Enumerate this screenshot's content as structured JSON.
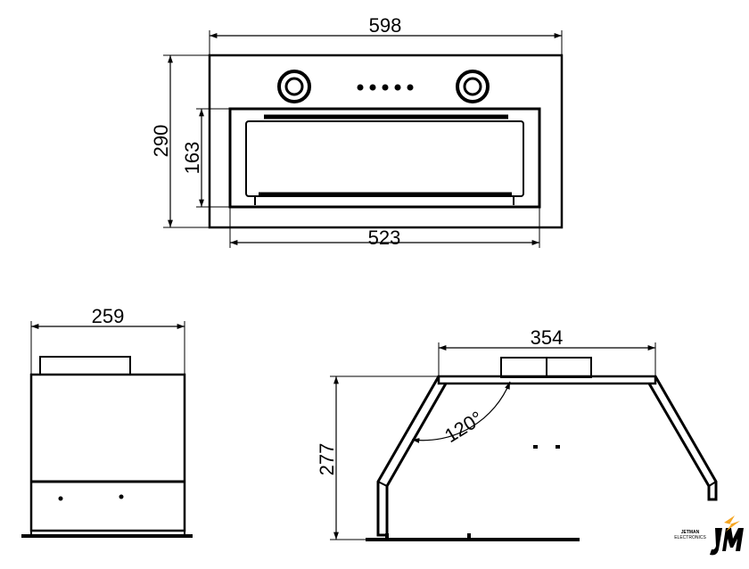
{
  "front_view": {
    "width_label": "598",
    "height_label": "290",
    "inner_height_label": "163",
    "inner_width_label": "523"
  },
  "side_view": {
    "depth_label": "259"
  },
  "profile_view": {
    "top_width_label": "354",
    "height_label": "277",
    "angle_label": "120°"
  },
  "logo": {
    "brand": "JETMAN",
    "subtitle": "ELECTRONICS",
    "mark": "JM",
    "colors": {
      "accent": "#f5a623",
      "text": "#000000"
    }
  }
}
